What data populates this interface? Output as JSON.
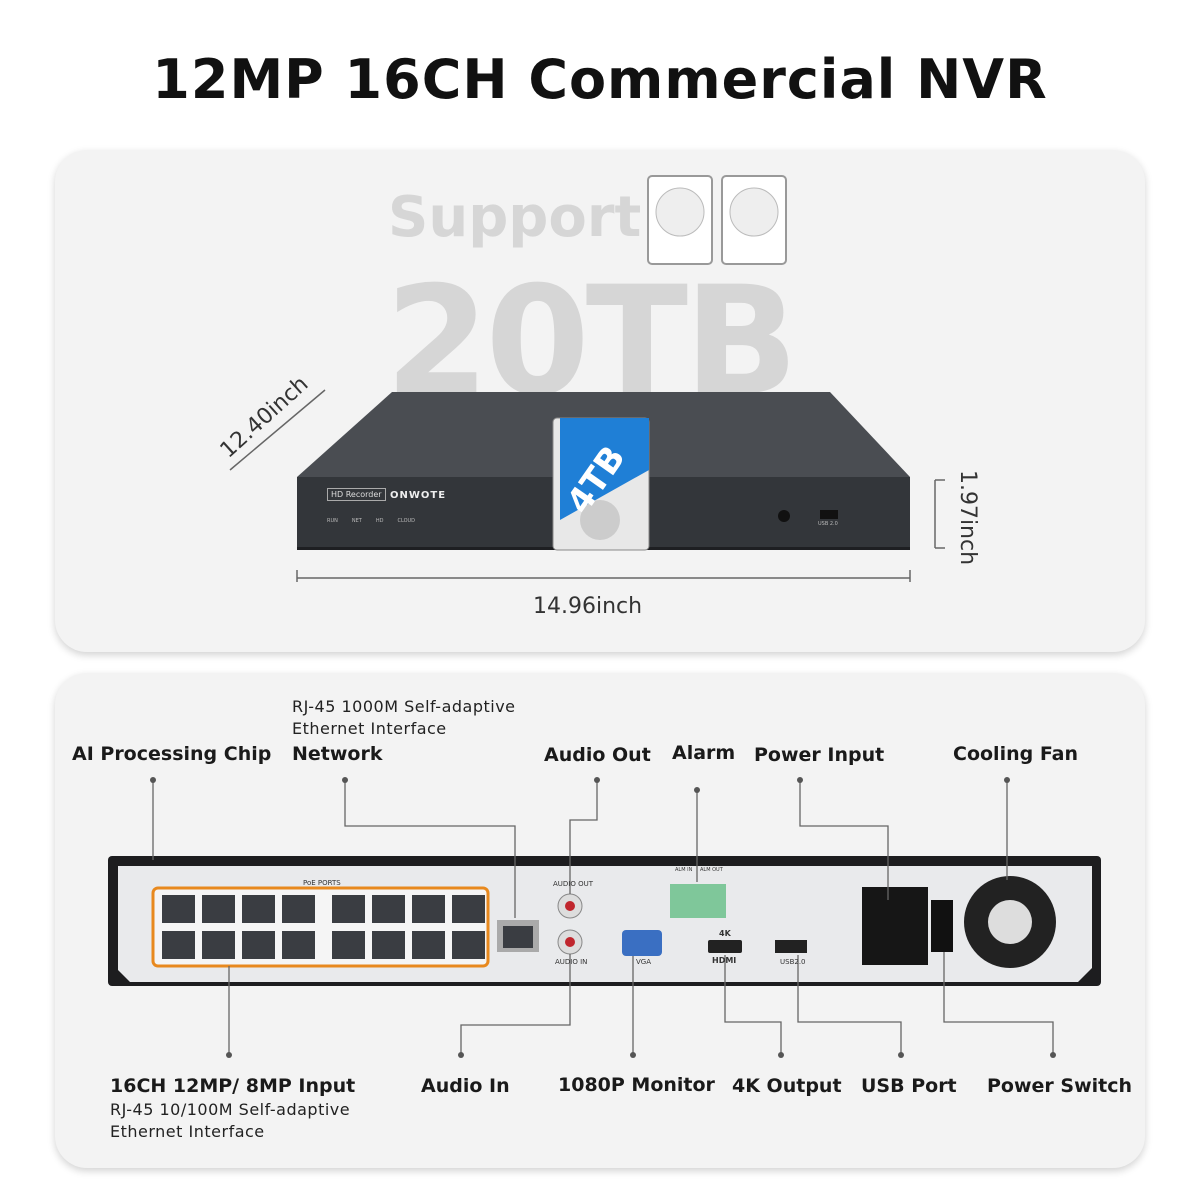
{
  "title": "12MP 16CH Commercial NVR",
  "top_panel": {
    "support": "Support",
    "capacity": "20TB",
    "hdd_label": "4TB",
    "depth": "12.40inch",
    "height": "1.97inch",
    "width": "14.96inch",
    "front": {
      "badge": "HD Recorder",
      "brand": "ONWOTE",
      "leds": [
        "RUN",
        "NET",
        "HD",
        "CLOUD"
      ],
      "usb": "USB 2.0"
    }
  },
  "rear_panel": {
    "device_labels": {
      "poe": "PoE PORTS",
      "audio_out": "AUDIO OUT",
      "audio_in": "AUDIO IN",
      "vga": "VGA",
      "k4": "4K",
      "hdmi": "HDMI",
      "usb": "USB2.0",
      "alm_in": "ALM IN",
      "alm_out": "ALM OUT"
    },
    "callouts": {
      "ai_chip": "AI Processing Chip",
      "network_desc1": "RJ-45 1000M Self-adaptive",
      "network_desc2": "Ethernet Interface",
      "network": "Network",
      "audio_out": "Audio Out",
      "alarm": "Alarm",
      "power_input": "Power Input",
      "cooling_fan": "Cooling Fan",
      "input": "16CH 12MP/ 8MP Input",
      "input_desc1": "RJ-45 10/100M Self-adaptive",
      "input_desc2": "Ethernet Interface",
      "audio_in": "Audio In",
      "monitor": "1080P Monitor",
      "output_4k": "4K Output",
      "usb_port": "USB Port",
      "power_switch": "Power Switch"
    }
  },
  "colors": {
    "accent": "#e8891e",
    "hdd_blue": "#1f7fd6"
  }
}
